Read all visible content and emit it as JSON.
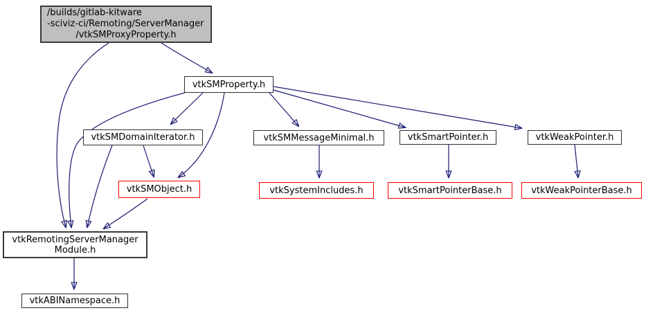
{
  "diagram": {
    "type": "include-dependency-graph",
    "background_color": "#ffffff",
    "edge_color": "#191970",
    "node_fill": "#ffffff",
    "main_node_fill": "#bfbfbf",
    "node_border_color": "#2e2e2e",
    "unexpanded_node_border_color": "#ff0000",
    "text_color": "#000000"
  },
  "nodes": {
    "proxy": {
      "lines": [
        "/builds/gitlab-kitware",
        "-sciviz-ci/Remoting/ServerManager",
        "/vtkSMProxyProperty.h"
      ],
      "style": "main"
    },
    "smproperty": {
      "label": "vtkSMProperty.h",
      "style": "normal"
    },
    "domainiterator": {
      "label": "vtkSMDomainIterator.h",
      "style": "normal"
    },
    "smobject": {
      "label": "vtkSMObject.h",
      "style": "red"
    },
    "messageminimal": {
      "label": "vtkSMMessageMinimal.h",
      "style": "normal"
    },
    "systemincludes": {
      "label": "vtkSystemIncludes.h",
      "style": "red"
    },
    "smartpointer": {
      "label": "vtkSmartPointer.h",
      "style": "normal"
    },
    "smartpointerbase": {
      "label": "vtkSmartPointerBase.h",
      "style": "red"
    },
    "weakpointer": {
      "label": "vtkWeakPointer.h",
      "style": "normal"
    },
    "weakpointerbase": {
      "label": "vtkWeakPointerBase.h",
      "style": "red"
    },
    "module": {
      "lines": [
        "vtkRemotingServerManager",
        "Module.h"
      ],
      "style": "normal-bold"
    },
    "abinamespace": {
      "label": "vtkABINamespace.h",
      "style": "normal"
    }
  },
  "edges": [
    {
      "from": "vtkSMProxyProperty.h",
      "to": "vtkSMProperty.h"
    },
    {
      "from": "vtkSMProxyProperty.h",
      "to": "vtkRemotingServerManagerModule.h"
    },
    {
      "from": "vtkSMProperty.h",
      "to": "vtkSMDomainIterator.h"
    },
    {
      "from": "vtkSMProperty.h",
      "to": "vtkSMObject.h"
    },
    {
      "from": "vtkSMProperty.h",
      "to": "vtkRemotingServerManagerModule.h"
    },
    {
      "from": "vtkSMProperty.h",
      "to": "vtkSMMessageMinimal.h"
    },
    {
      "from": "vtkSMProperty.h",
      "to": "vtkSmartPointer.h"
    },
    {
      "from": "vtkSMProperty.h",
      "to": "vtkWeakPointer.h"
    },
    {
      "from": "vtkSMDomainIterator.h",
      "to": "vtkSMObject.h"
    },
    {
      "from": "vtkSMDomainIterator.h",
      "to": "vtkRemotingServerManagerModule.h"
    },
    {
      "from": "vtkSMObject.h",
      "to": "vtkRemotingServerManagerModule.h"
    },
    {
      "from": "vtkSMMessageMinimal.h",
      "to": "vtkSystemIncludes.h"
    },
    {
      "from": "vtkSmartPointer.h",
      "to": "vtkSmartPointerBase.h"
    },
    {
      "from": "vtkWeakPointer.h",
      "to": "vtkWeakPointerBase.h"
    },
    {
      "from": "vtkRemotingServerManagerModule.h",
      "to": "vtkABINamespace.h"
    }
  ]
}
